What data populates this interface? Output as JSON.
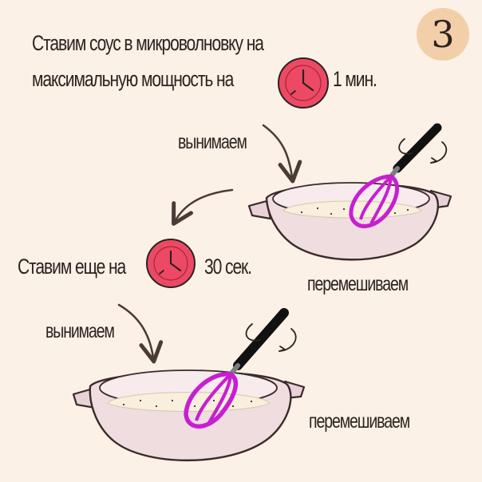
{
  "step": {
    "number": "3"
  },
  "instructions": {
    "line1": "Ставим соус в микроволновку на",
    "line2_prefix": "максимальную мощность на",
    "line2_suffix": "1 мин.",
    "second_prefix": "Ставим еще на",
    "second_suffix": "30 сек."
  },
  "labels": {
    "take_out_1": "вынимаем",
    "stir_1": "перемешиваем",
    "take_out_2": "вынимаем",
    "stir_2": "перемешиваем"
  },
  "icons": {
    "timer": "timer-icon",
    "whisk": "whisk-icon",
    "bowl": "bowl-icon",
    "arrow": "curved-arrow-icon"
  },
  "colors": {
    "background": "#fbf1e6",
    "badge": "#f3cfa9",
    "timer": "#ec4a64",
    "whisk": "#c71fd1",
    "bowl": "#f0dde0",
    "outline": "#3b2a2a"
  }
}
